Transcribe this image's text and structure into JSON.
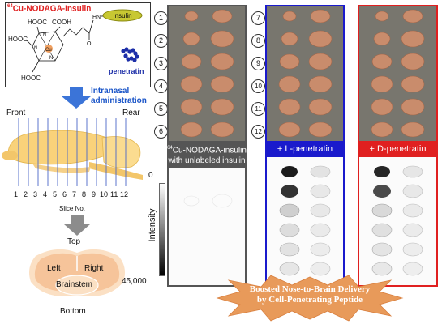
{
  "structure": {
    "title_sup": "64",
    "title_main": "Cu-NODAGA-Insulin",
    "insulin": "Insulin",
    "hn": "HN",
    "cu": "Cu",
    "n": "N",
    "o": "O",
    "labels": [
      "HOOC",
      "HOOC",
      "HOOC",
      "COOH"
    ],
    "penetratin": "penetratin"
  },
  "admin": {
    "line1": "Intranasal",
    "line2": "administration"
  },
  "brain_side": {
    "front": "Front",
    "rear": "Rear",
    "slice_numbers": [
      "1",
      "2",
      "3",
      "4",
      "5",
      "6",
      "7",
      "8",
      "9",
      "10",
      "11",
      "12"
    ],
    "slice_label": "Slice No."
  },
  "coronal": {
    "top": "Top",
    "left": "Left",
    "right": "Right",
    "stem": "Brainstem",
    "bottom": "Bottom"
  },
  "slice_ids_left": [
    "1",
    "2",
    "3",
    "4",
    "5",
    "6"
  ],
  "slice_ids_right": [
    "7",
    "8",
    "9",
    "10",
    "11",
    "12"
  ],
  "panels": [
    {
      "label_sup": "64",
      "label_line1": "Cu-NODAGA-insulin",
      "label_line2": "with unlabeled insulin",
      "color": "#555555"
    },
    {
      "label_line1": "+ L-penetratin",
      "color": "#1a1acc"
    },
    {
      "label_line1": "+ D-penetratin",
      "color": "#e02020"
    }
  ],
  "intensity": {
    "label": "Intensity",
    "min": "0",
    "max": "45,000"
  },
  "banner": {
    "line1": "Boosted Nose-to-Brain Delivery",
    "line2": "by Cell-Penetrating Peptide"
  },
  "colors": {
    "blue": "#1a1acc",
    "red": "#e02020",
    "gray": "#555555",
    "title_red": "#e02020",
    "pen_blue": "#1c2ea8",
    "arrow_blue": "#3b74d8",
    "orange": "#e8a060"
  }
}
